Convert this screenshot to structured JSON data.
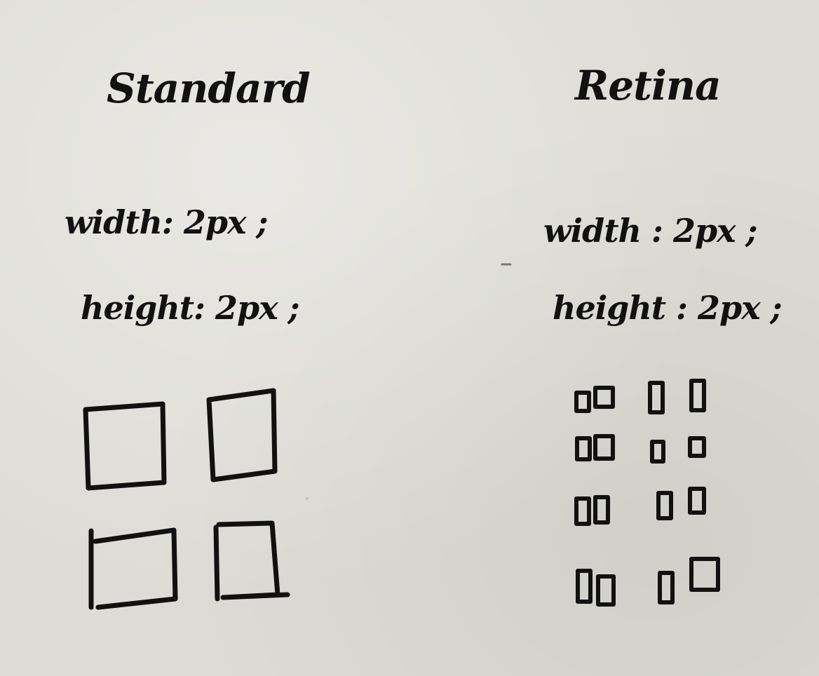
{
  "columns": {
    "standard": {
      "title": "Standard",
      "width_line": "width: 2px ;",
      "height_line": "height: 2px ;",
      "box_grid": {
        "rows": 2,
        "cols": 2
      }
    },
    "retina": {
      "title": "Retina",
      "width_line": "width : 2px ;",
      "height_line": "height : 2px ;",
      "box_grid": {
        "rows": 4,
        "cols": 4
      }
    }
  },
  "colors": {
    "paper": "#dddcd6",
    "ink": "#111111"
  }
}
